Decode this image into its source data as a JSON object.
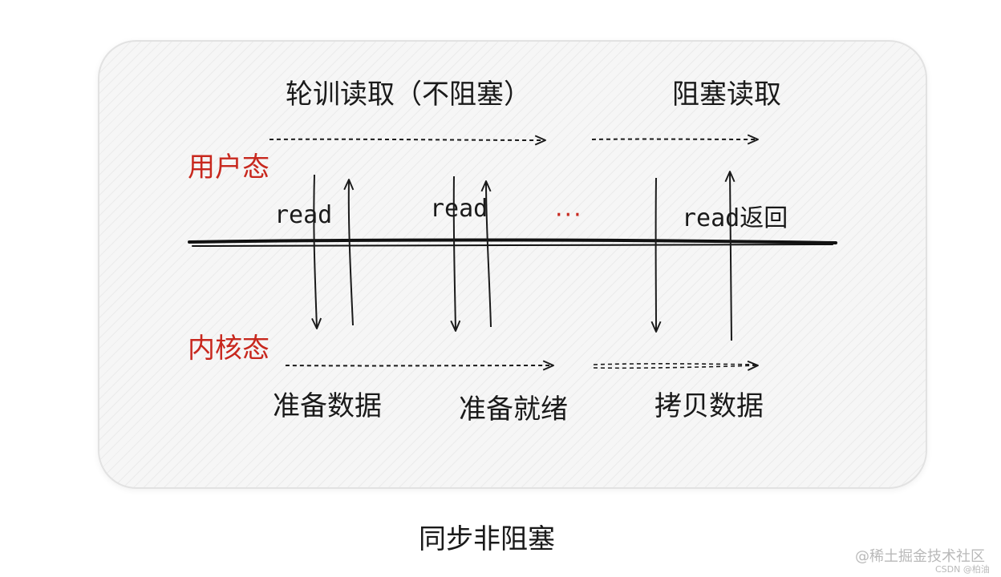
{
  "diagram": {
    "caption": "同步非阻塞",
    "phase_labels": {
      "polling_read": "轮训读取（不阻塞）",
      "blocking_read": "阻塞读取"
    },
    "user_mode_label": "用户态",
    "kernel_mode_label": "内核态",
    "read_label_1": "read",
    "read_label_2": "read",
    "ellipsis": "···",
    "read_return_label": "read返回",
    "kernel_phases": {
      "prepare_data": "准备数据",
      "ready": "准备就绪",
      "copy_data": "拷贝数据"
    },
    "accent_color": "#c8281e"
  },
  "watermarks": {
    "juejin": "@稀土掘金技术社区",
    "csdn": "CSDN @柏油"
  }
}
